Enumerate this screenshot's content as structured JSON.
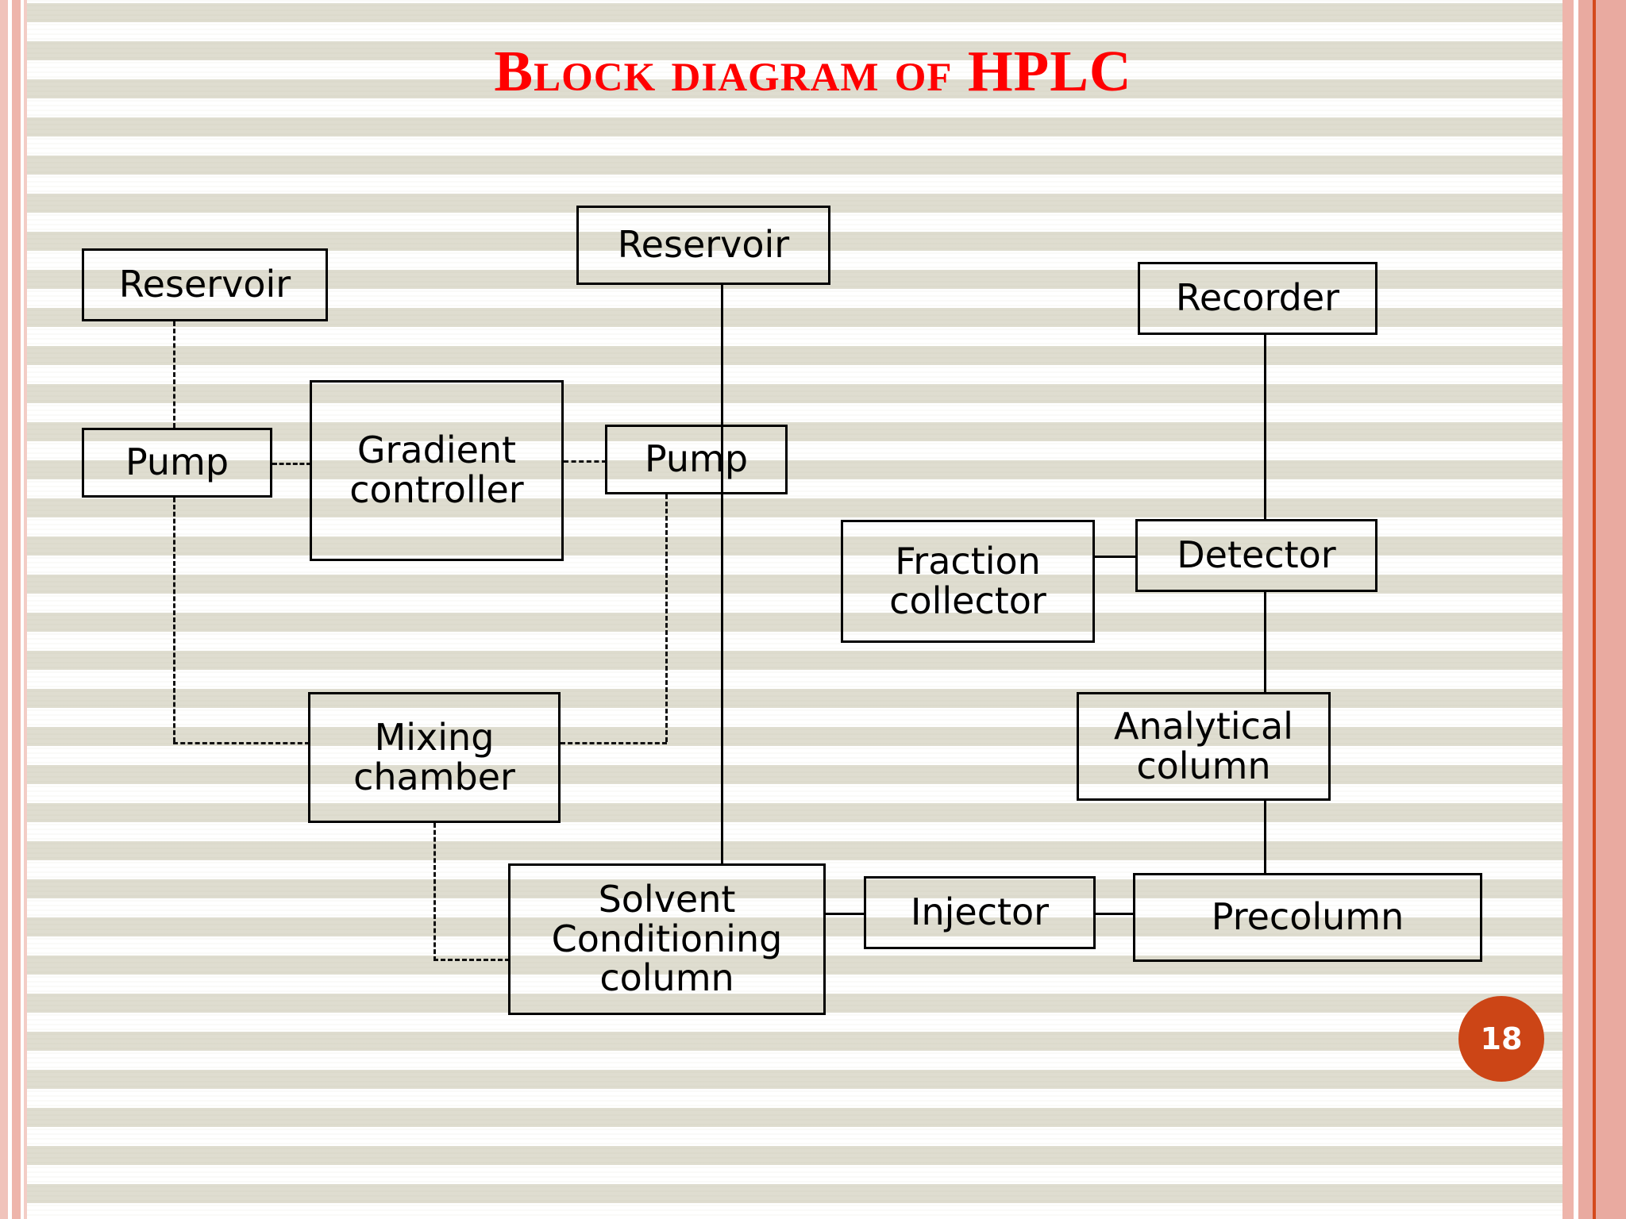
{
  "slide": {
    "title": "Block diagram of HPLC",
    "page_number": "18",
    "colors": {
      "title": "#ff0000",
      "badge_background": "#cc4516",
      "badge_text": "#ffffff",
      "box_border": "#000000",
      "border_accent": "#d4491c",
      "border_pink": "#eeb5ab"
    }
  },
  "diagram": {
    "nodes": [
      {
        "id": "reservoir-left",
        "label": "Reservoir"
      },
      {
        "id": "reservoir-mid",
        "label": "Reservoir"
      },
      {
        "id": "recorder",
        "label": "Recorder"
      },
      {
        "id": "pump-left",
        "label": "Pump"
      },
      {
        "id": "gradient-controller",
        "label_line1": "Gradient",
        "label_line2": "controller"
      },
      {
        "id": "pump-right",
        "label": "Pump"
      },
      {
        "id": "fraction-collector",
        "label_line1": "Fraction",
        "label_line2": "collector"
      },
      {
        "id": "detector",
        "label": "Detector"
      },
      {
        "id": "analytical-column",
        "label_line1": "Analytical",
        "label_line2": "column"
      },
      {
        "id": "mixing-chamber",
        "label_line1": "Mixing",
        "label_line2": "chamber"
      },
      {
        "id": "solvent-conditioning-column",
        "label_line1": "Solvent",
        "label_line2": "Conditioning",
        "label_line3": "column"
      },
      {
        "id": "injector",
        "label": "Injector"
      },
      {
        "id": "precolumn",
        "label": "Precolumn"
      }
    ],
    "edges": [
      {
        "from": "reservoir-left",
        "to": "pump-left",
        "style": "dash-dot"
      },
      {
        "from": "pump-left",
        "to": "mixing-chamber",
        "style": "dash-dot"
      },
      {
        "from": "pump-left",
        "to": "gradient-controller",
        "style": "dash-dot"
      },
      {
        "from": "gradient-controller",
        "to": "pump-right",
        "style": "dash-dot"
      },
      {
        "from": "pump-right",
        "to": "mixing-chamber",
        "style": "dash-dot"
      },
      {
        "from": "reservoir-mid",
        "to": "solvent-conditioning-column",
        "style": "solid"
      },
      {
        "from": "mixing-chamber",
        "to": "solvent-conditioning-column",
        "style": "dash-dot"
      },
      {
        "from": "solvent-conditioning-column",
        "to": "injector",
        "style": "solid"
      },
      {
        "from": "injector",
        "to": "precolumn",
        "style": "solid"
      },
      {
        "from": "precolumn",
        "to": "analytical-column",
        "style": "solid"
      },
      {
        "from": "analytical-column",
        "to": "detector",
        "style": "solid"
      },
      {
        "from": "detector",
        "to": "recorder",
        "style": "solid"
      },
      {
        "from": "detector",
        "to": "fraction-collector",
        "style": "solid"
      }
    ]
  }
}
